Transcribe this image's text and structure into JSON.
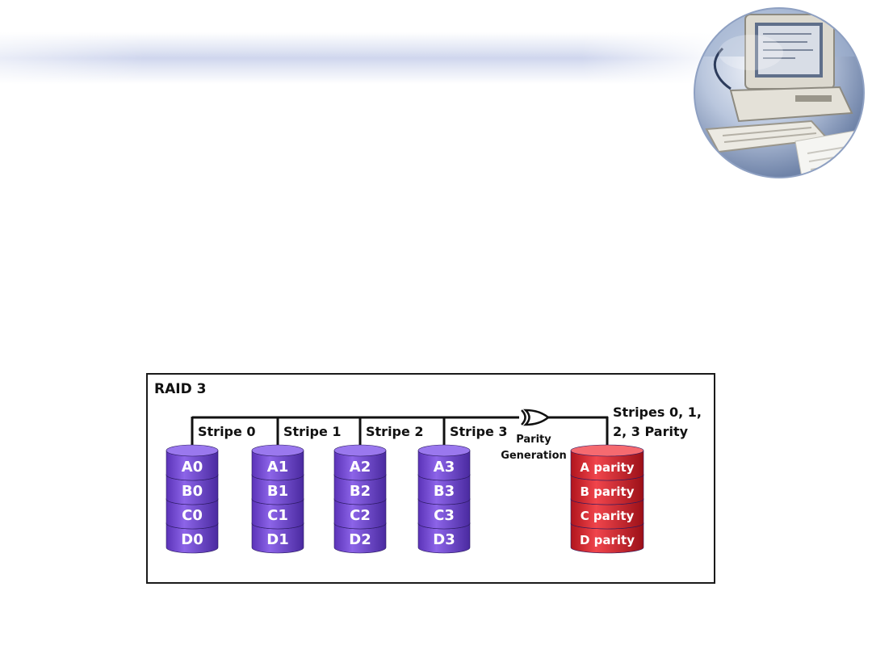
{
  "diagram": {
    "title": "RAID 3",
    "stripe_labels": [
      "Stripe 0",
      "Stripe 1",
      "Stripe 2",
      "Stripe 3"
    ],
    "parity_gate_label_line1": "Parity",
    "parity_gate_label_line2": "Generation",
    "parity_stripes_label_line1": "Stripes 0, 1,",
    "parity_stripes_label_line2": "2, 3 Parity",
    "data_disks": [
      [
        "A0",
        "B0",
        "C0",
        "D0"
      ],
      [
        "A1",
        "B1",
        "C1",
        "D1"
      ],
      [
        "A2",
        "B2",
        "C2",
        "D2"
      ],
      [
        "A3",
        "B3",
        "C3",
        "D3"
      ]
    ],
    "parity_disk": [
      "A parity",
      "B parity",
      "C parity",
      "D parity"
    ],
    "colors": {
      "data_disk": "#7b4fd6",
      "parity_disk": "#e0202a",
      "bus_line": "#111111"
    }
  }
}
